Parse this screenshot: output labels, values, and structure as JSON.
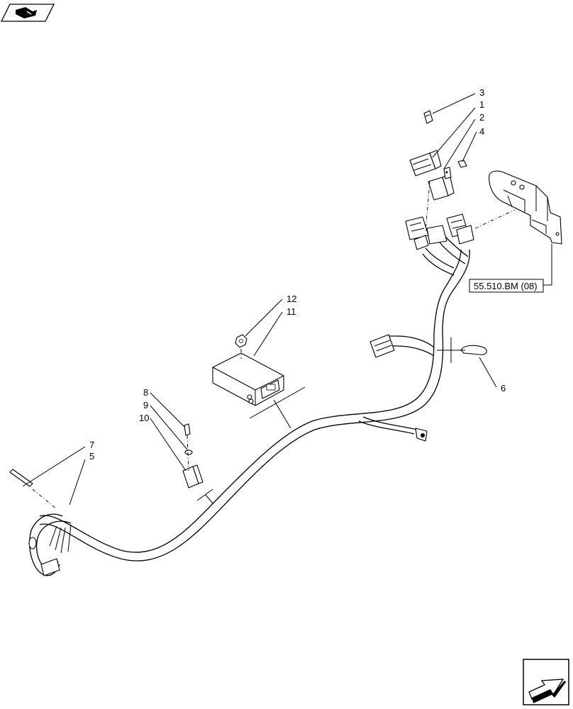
{
  "reference_box": {
    "label": "55.510.BM (08)"
  },
  "callouts": [
    {
      "id": "1",
      "label": "1"
    },
    {
      "id": "2",
      "label": "2"
    },
    {
      "id": "3",
      "label": "3"
    },
    {
      "id": "4",
      "label": "4"
    },
    {
      "id": "5",
      "label": "5"
    },
    {
      "id": "6",
      "label": "6"
    },
    {
      "id": "7",
      "label": "7"
    },
    {
      "id": "8",
      "label": "8"
    },
    {
      "id": "9",
      "label": "9"
    },
    {
      "id": "10",
      "label": "10"
    },
    {
      "id": "11",
      "label": "11"
    },
    {
      "id": "12",
      "label": "12"
    }
  ],
  "icons": {
    "top_left": "book-view-icon",
    "bottom_right": "next-page-arrow-icon"
  },
  "colors": {
    "line": "#000000",
    "background": "#ffffff"
  }
}
